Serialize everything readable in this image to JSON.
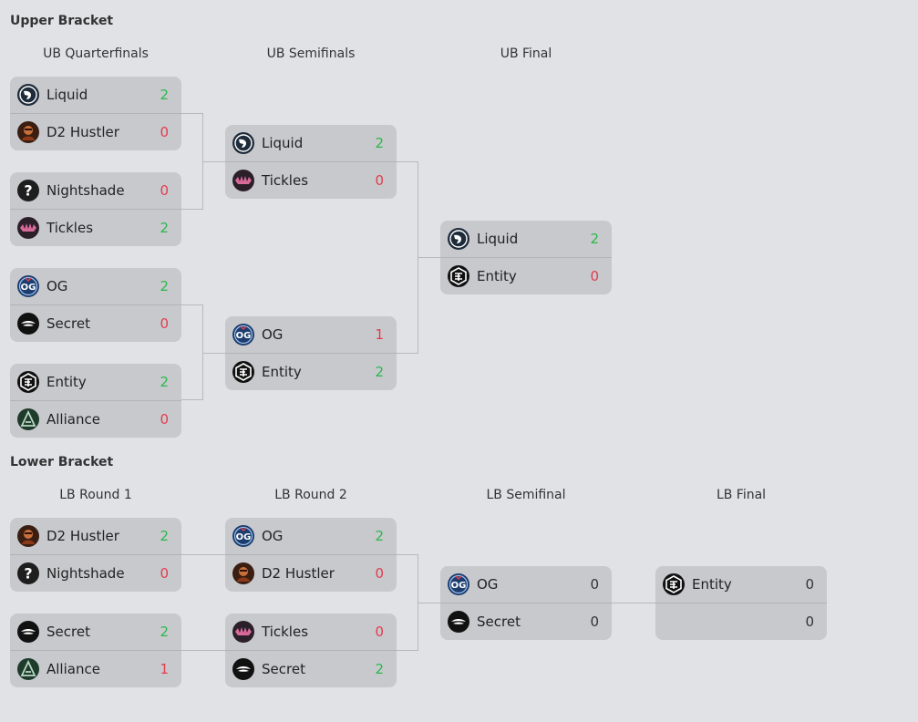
{
  "upper_bracket": {
    "title": "Upper Bracket",
    "rounds": [
      {
        "title": "UB Quarterfinals"
      },
      {
        "title": "UB Semifinals"
      },
      {
        "title": "UB Final"
      }
    ],
    "matches": [
      {
        "teams": [
          {
            "name": "Liquid",
            "score": "2",
            "result": "win",
            "logo": "liquid-logo-icon"
          },
          {
            "name": "D2 Hustler",
            "score": "0",
            "result": "loss",
            "logo": "d2-hustler-logo-icon"
          }
        ]
      },
      {
        "teams": [
          {
            "name": "Nightshade",
            "score": "0",
            "result": "loss",
            "logo": "question-mark-icon"
          },
          {
            "name": "Tickles",
            "score": "2",
            "result": "win",
            "logo": "tickles-logo-icon"
          }
        ]
      },
      {
        "teams": [
          {
            "name": "OG",
            "score": "2",
            "result": "win",
            "logo": "og-logo-icon"
          },
          {
            "name": "Secret",
            "score": "0",
            "result": "loss",
            "logo": "secret-logo-icon"
          }
        ]
      },
      {
        "teams": [
          {
            "name": "Entity",
            "score": "2",
            "result": "win",
            "logo": "entity-logo-icon"
          },
          {
            "name": "Alliance",
            "score": "0",
            "result": "loss",
            "logo": "alliance-logo-icon"
          }
        ]
      },
      {
        "teams": [
          {
            "name": "Liquid",
            "score": "2",
            "result": "win",
            "logo": "liquid-logo-icon"
          },
          {
            "name": "Tickles",
            "score": "0",
            "result": "loss",
            "logo": "tickles-logo-icon"
          }
        ]
      },
      {
        "teams": [
          {
            "name": "OG",
            "score": "1",
            "result": "loss",
            "logo": "og-logo-icon"
          },
          {
            "name": "Entity",
            "score": "2",
            "result": "win",
            "logo": "entity-logo-icon"
          }
        ]
      },
      {
        "teams": [
          {
            "name": "Liquid",
            "score": "2",
            "result": "win",
            "logo": "liquid-logo-icon"
          },
          {
            "name": "Entity",
            "score": "0",
            "result": "loss",
            "logo": "entity-logo-icon"
          }
        ]
      }
    ]
  },
  "lower_bracket": {
    "title": "Lower Bracket",
    "rounds": [
      {
        "title": "LB Round 1"
      },
      {
        "title": "LB Round 2"
      },
      {
        "title": "LB Semifinal"
      },
      {
        "title": "LB Final"
      }
    ],
    "matches": [
      {
        "teams": [
          {
            "name": "D2 Hustler",
            "score": "2",
            "result": "win",
            "logo": "d2-hustler-logo-icon"
          },
          {
            "name": "Nightshade",
            "score": "0",
            "result": "loss",
            "logo": "question-mark-icon"
          }
        ]
      },
      {
        "teams": [
          {
            "name": "Secret",
            "score": "2",
            "result": "win",
            "logo": "secret-logo-icon"
          },
          {
            "name": "Alliance",
            "score": "1",
            "result": "loss",
            "logo": "alliance-logo-icon"
          }
        ]
      },
      {
        "teams": [
          {
            "name": "OG",
            "score": "2",
            "result": "win",
            "logo": "og-logo-icon"
          },
          {
            "name": "D2 Hustler",
            "score": "0",
            "result": "loss",
            "logo": "d2-hustler-logo-icon"
          }
        ]
      },
      {
        "teams": [
          {
            "name": "Tickles",
            "score": "0",
            "result": "loss",
            "logo": "tickles-logo-icon"
          },
          {
            "name": "Secret",
            "score": "2",
            "result": "win",
            "logo": "secret-logo-icon"
          }
        ]
      },
      {
        "teams": [
          {
            "name": "OG",
            "score": "0",
            "result": "neutral",
            "logo": "og-logo-icon"
          },
          {
            "name": "Secret",
            "score": "0",
            "result": "neutral",
            "logo": "secret-logo-icon"
          }
        ]
      },
      {
        "teams": [
          {
            "name": "Entity",
            "score": "0",
            "result": "neutral",
            "logo": "entity-logo-icon"
          },
          {
            "name": "",
            "score": "0",
            "result": "neutral",
            "logo": ""
          }
        ]
      }
    ]
  },
  "colors": {
    "win": "#2bb84c",
    "loss": "#e23d4f",
    "card": "#c8c9cd",
    "background": "#e1e2e6"
  }
}
